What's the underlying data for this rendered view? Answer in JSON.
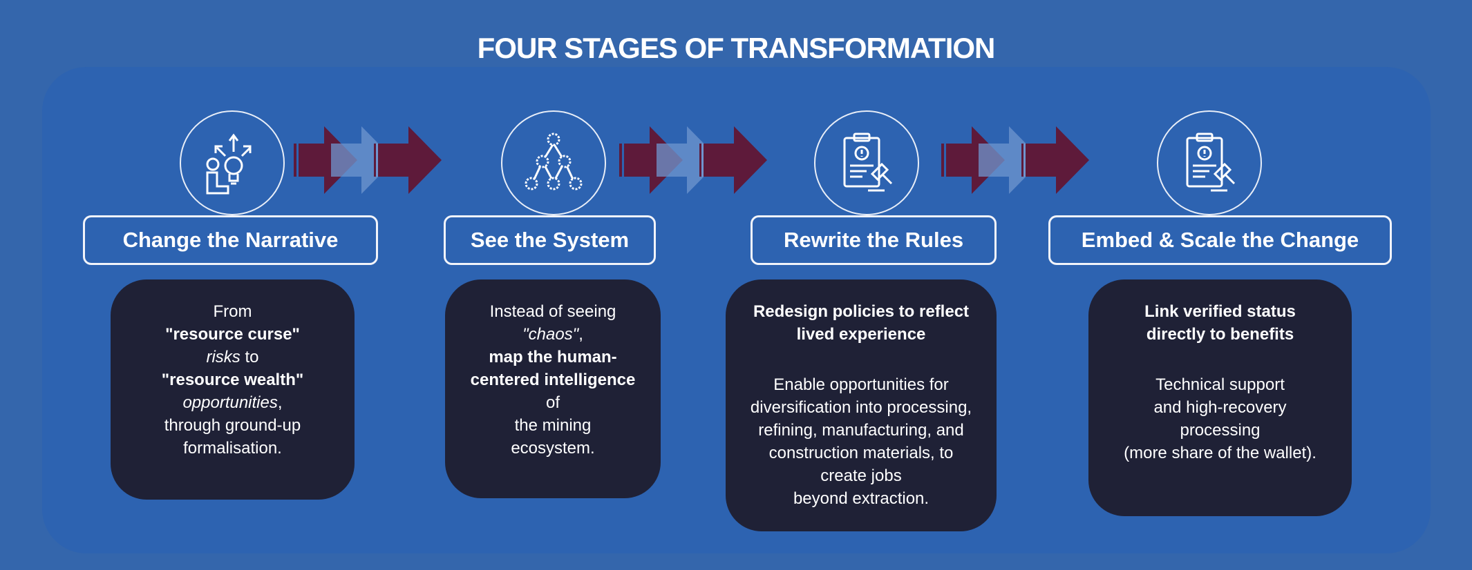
{
  "title": "FOUR STAGES OF TRANSFORMATION",
  "colors": {
    "background": "#3466ac",
    "panel": "#2d63b1",
    "card": "#1f2136",
    "arrow_dark": "#5e1a3a",
    "arrow_light": "#6f95cf"
  },
  "stages": [
    {
      "label": "Change the Narrative",
      "icon": "person-lightbulb-ideas-icon",
      "body": {
        "l1": "From",
        "l2": "\"resource curse\"",
        "l3a": "risks",
        "l3b": " to",
        "l4": "\"resource wealth\"",
        "l5a": "opportunities",
        "l5b": ",",
        "l6": "through ground-up",
        "l7": "formalisation."
      }
    },
    {
      "label": "See the System",
      "icon": "gear-network-icon",
      "body": {
        "l1": "Instead of seeing",
        "l2": "\"chaos\"",
        "l2b": ",",
        "l3": "map the human-",
        "l4": "centered intelligence",
        "l5": "of",
        "l6": "the mining",
        "l7": "ecosystem."
      }
    },
    {
      "label": "Rewrite the Rules",
      "icon": "clipboard-gavel-icon",
      "body": {
        "heading1": "Redesign policies to reflect",
        "heading2": "lived experience",
        "l1": "Enable opportunities for",
        "l2": "diversification into processing,",
        "l3": "refining, manufacturing, and",
        "l4": "construction materials, to",
        "l5": "create jobs",
        "l6": "beyond extraction."
      }
    },
    {
      "label": "Embed & Scale the Change",
      "icon": "clipboard-gavel-icon",
      "body": {
        "heading1": "Link verified status",
        "heading2": "directly to benefits",
        "l1": "Technical support",
        "l2": "and high-recovery",
        "l3": "processing",
        "l4": "(more share of the wallet)."
      }
    }
  ]
}
